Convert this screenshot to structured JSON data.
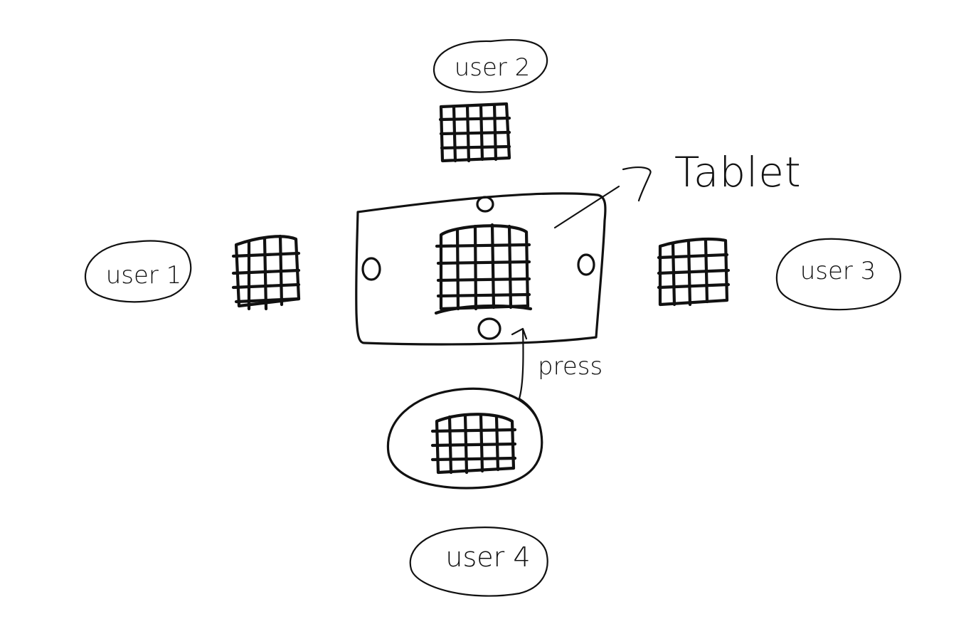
{
  "diagram": {
    "users": [
      {
        "id": "user1",
        "label": "user 1"
      },
      {
        "id": "user2",
        "label": "user 2"
      },
      {
        "id": "user3",
        "label": "user 3"
      },
      {
        "id": "user4",
        "label": "user 4"
      }
    ],
    "tablet_label": "Tablet",
    "press_label": "press",
    "ink_color": "#111111",
    "background_color": "#ffffff"
  }
}
